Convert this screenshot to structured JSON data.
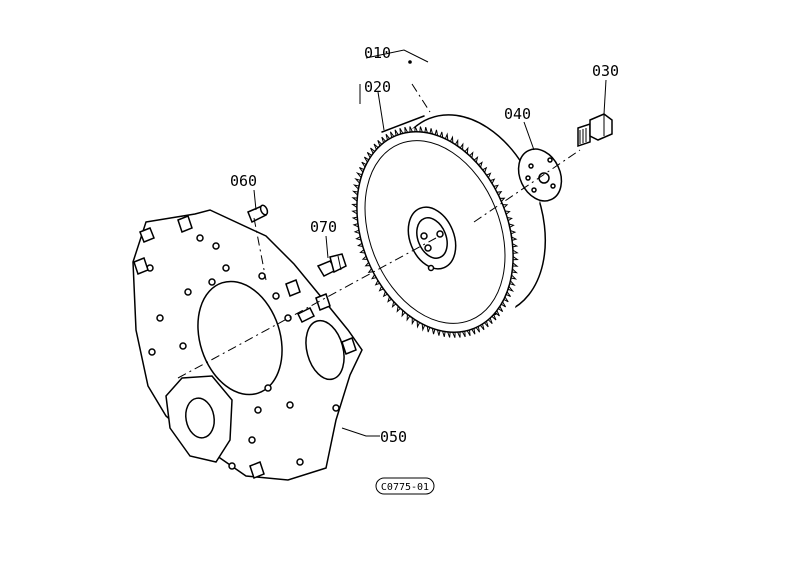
{
  "parts": [
    {
      "number": "010"
    },
    {
      "number": "020"
    },
    {
      "number": "030"
    },
    {
      "number": "040"
    },
    {
      "number": "050"
    },
    {
      "number": "060"
    },
    {
      "number": "070"
    }
  ],
  "drawing_code": "C0775-01"
}
